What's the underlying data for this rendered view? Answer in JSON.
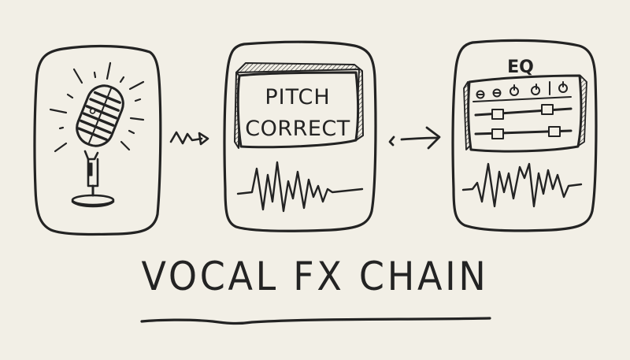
{
  "diagram": {
    "title": "VOCAL FX CHAIN",
    "style": "hand-drawn sketch",
    "colors": {
      "background": "#f2efe6",
      "ink": "#232323"
    },
    "stages": [
      {
        "id": "microphone",
        "icon": "microphone-icon",
        "label": ""
      },
      {
        "id": "pitch-correct",
        "label_line1": "PITCH",
        "label_line2": "CORRECT",
        "icon": "waveform-icon"
      },
      {
        "id": "eq",
        "label": "EQ",
        "icon": "equalizer-panel-icon",
        "knobs": 5,
        "sliders": 2
      }
    ],
    "connectors": [
      {
        "from": "microphone",
        "to": "pitch-correct",
        "style": "squiggle-arrow"
      },
      {
        "from": "pitch-correct",
        "to": "eq",
        "style": "arrow"
      }
    ]
  }
}
